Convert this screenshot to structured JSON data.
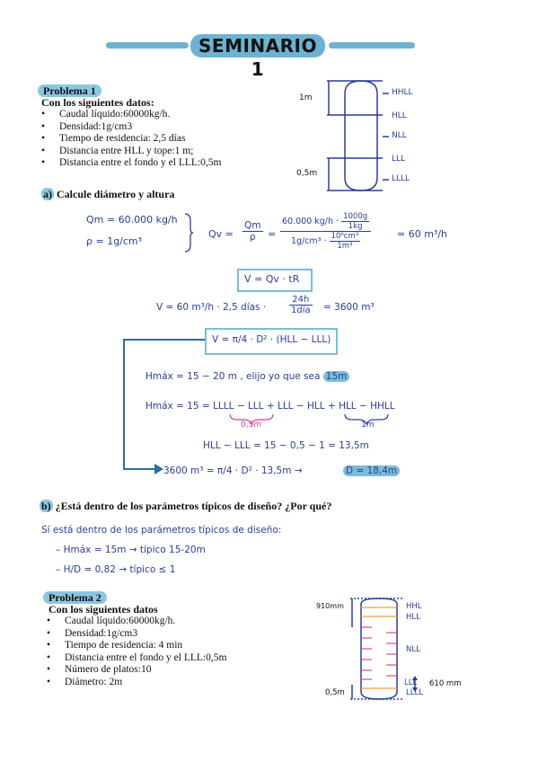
{
  "title": "SEMINARIO 1",
  "colors": {
    "accent": "#6cb2d3",
    "ink": "#2a3d9a",
    "pink": "#d23c8a",
    "orange": "#f0a040"
  },
  "p1": {
    "label": "Problema 1",
    "heading": "Con los siguientes datos:",
    "items": [
      "Caudal líquido:60000kg/h.",
      "Densidad:1g/cm3",
      "Tiempo de residencia: 2,5 días",
      "Distancia entre HLL y tope:1 m;",
      "Distancia entre el fondo y el LLL:0,5m"
    ],
    "diagram": {
      "top_dim": "1m",
      "bottom_dim": "0,5m",
      "levels": [
        "HHLL",
        "HLL",
        "NLL",
        "LLL",
        "LLLL"
      ]
    }
  },
  "qa": {
    "letter": "a)",
    "text": " Calcule diámetro y altura",
    "l1": "Qm = 60.000 kg/h",
    "l2": "ρ = 1g/cm³",
    "qv_lhs": "Qv =",
    "qm": "Qm",
    "rho": "ρ",
    "eq": "=",
    "f1_num": "60.000 kg/h ·",
    "f1_num2": "1000g",
    "f1_num3": "1kg",
    "f1_den": "1g/cm³ ·",
    "f1_den2": "10⁶cm³",
    "f1_den3": "1m³",
    "qv_res": "= 60 m³/h",
    "v_box": "V = Qv · tR",
    "v_calc": "V = 60 m³/h · 2,5 días ·",
    "v_num": "24h",
    "v_den": "1día",
    "v_res": "= 3600 m³",
    "v2_box": "V = π/4 · D² · (HLL − LLL)",
    "hmax1": "Hmáx = 15 − 20 m , elijo yo que sea",
    "hmax1_hl": "15m",
    "hmax2": "Hmáx = 15 = LLLL − LLL + LLL − HLL + HLL − HHLL",
    "under1": "0,5m",
    "under2": "1m",
    "hdiff": "HLL − LLL = 15 − 0,5 − 1 = 13,5m",
    "final_lhs": "3600 m³ = π/4 · D² · 13,5m →",
    "final_res": "D = 18,4m"
  },
  "qb": {
    "letter": "b)",
    "text": " ¿Está dentro de los parámetros típicos de diseño? ¿Por qué?",
    "a1": "Sí está dentro de los parámetros típicos de diseño:",
    "a2": "– Hmáx = 15m  →  típico 15-20m",
    "a3": "– H/D = 0,82  →  típico ≤ 1"
  },
  "p2": {
    "label": "Problema 2",
    "heading": "Con los siguientes datos",
    "items": [
      "Caudal líquido:60000kg/h.",
      "Densidad:1g/cm3",
      "Tiempo de residencia: 4 min",
      "Distancia entre el fondo y el LLL:0,5m",
      "Número de platos:10",
      "Diámetro: 2m"
    ],
    "diagram": {
      "top_dim": "910mm",
      "bottom_dim": "0,5m",
      "side_dim": "610 mm",
      "levels": [
        "HHL",
        "HLL",
        "NLL",
        "LLL",
        "LLLL"
      ]
    }
  }
}
